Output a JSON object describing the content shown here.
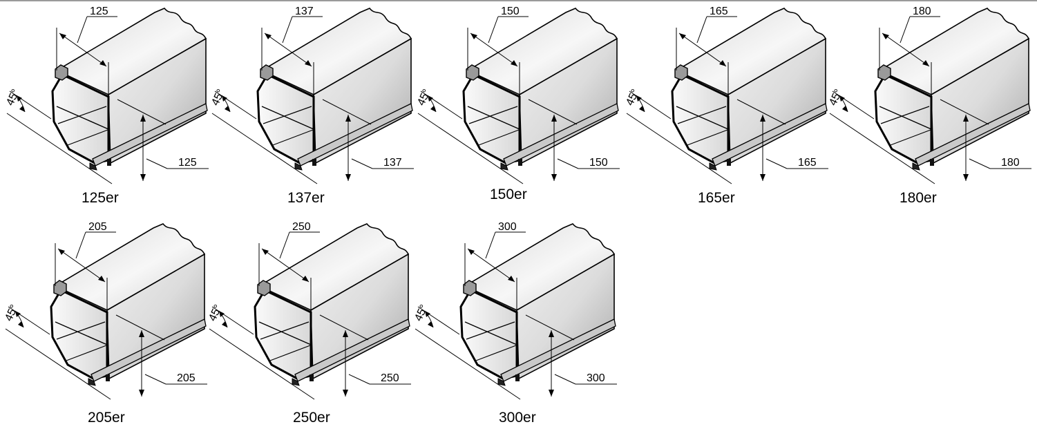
{
  "profiles": [
    {
      "id": "125",
      "width_label": "125",
      "height_label": "125",
      "angle_label": "45°",
      "caption": "125er"
    },
    {
      "id": "137",
      "width_label": "137",
      "height_label": "137",
      "angle_label": "45°",
      "caption": "137er"
    },
    {
      "id": "150",
      "width_label": "150",
      "height_label": "150",
      "angle_label": "45°",
      "caption": "150er"
    },
    {
      "id": "165",
      "width_label": "165",
      "height_label": "165",
      "angle_label": "45°",
      "caption": "165er"
    },
    {
      "id": "180",
      "width_label": "180",
      "height_label": "180",
      "angle_label": "45°",
      "caption": "180er"
    },
    {
      "id": "205",
      "width_label": "205",
      "height_label": "205",
      "angle_label": "45°",
      "caption": "205er"
    },
    {
      "id": "250",
      "width_label": "250",
      "height_label": "250",
      "angle_label": "45°",
      "caption": "250er"
    },
    {
      "id": "300",
      "width_label": "300",
      "height_label": "300",
      "angle_label": "45°",
      "caption": "300er"
    }
  ],
  "colors": {
    "stroke": "#000000",
    "top_face": "#e6e6e6",
    "side_face": "#d4d4d4",
    "inner_face": "#f2f2f2",
    "rail": "#bdbdbd"
  }
}
